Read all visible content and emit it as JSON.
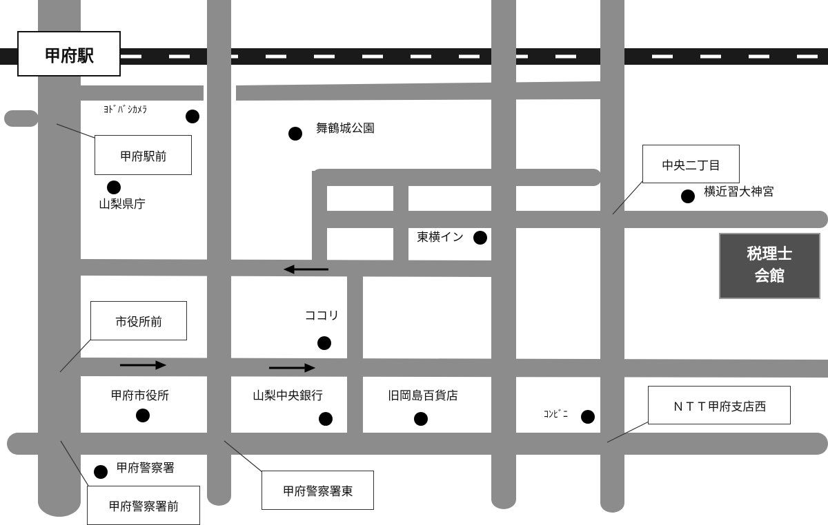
{
  "station": {
    "name": "甲府駅"
  },
  "office": {
    "line1": "税理士",
    "line2": "会館"
  },
  "landmarks": {
    "yodobashi": "ﾖﾄﾞﾊﾞｼｶﾒﾗ",
    "maizuru": "舞鶴城公園",
    "yamanashi_pref": "山梨県庁",
    "toyoko_inn": "東横イン",
    "yokochikan": "横近習大神宮",
    "cocori": "ココリ",
    "city_hall": "甲府市役所",
    "yamanashi_bank": "山梨中央銀行",
    "okajima": "旧岡島百貨店",
    "conveni": "ｺﾝﾋﾞﾆ",
    "police": "甲府警察署"
  },
  "bus_stops": {
    "kofu_station_mae": "甲府駅前",
    "chuo_2chome": "中央二丁目",
    "shiyakusho_mae": "市役所前",
    "ntt_west": "ＮＴＴ甲府支店西",
    "police_east": "甲府警察署東",
    "police_mae": "甲府警察署前"
  },
  "colors": {
    "road": "#8c8c8c",
    "rail": "#1a1a1a",
    "office_bg": "#505050"
  }
}
